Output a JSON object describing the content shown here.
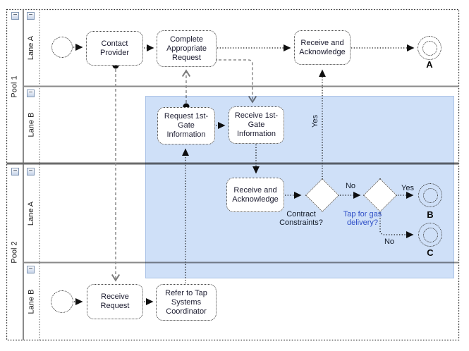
{
  "pools": {
    "pool1": {
      "label": "Pool 1",
      "lane_a": "Lane A",
      "lane_b": "Lane B"
    },
    "pool2": {
      "label": "Pool 2",
      "lane_a": "Lane A",
      "lane_b": "Lane B"
    }
  },
  "tasks": {
    "contact_provider": "Contact Provider",
    "complete_request": "Complete Appropriate Request",
    "receive_ack_top": "Receive and Acknowledge",
    "request_gate": "Request 1st-Gate Information",
    "receive_gate": "Receive 1st-Gate Information",
    "receive_ack_mid": "Receive and Acknowledge",
    "receive_request": "Receive Request",
    "refer_tap": "Refer to Tap Systems Coordinator"
  },
  "gateways": {
    "contract": "Contract Constraints?",
    "tap": "Tap for gas delivery?"
  },
  "end_events": {
    "a": "A",
    "b": "B",
    "c": "C"
  },
  "edge_labels": {
    "yes_up": "Yes",
    "no_contract": "No",
    "yes_tap": "Yes",
    "no_tap": "No"
  },
  "controls": {
    "collapse": "−"
  },
  "colors": {
    "highlight": "#cfe0f8",
    "gateway_link_text": "#2f4fc7"
  }
}
